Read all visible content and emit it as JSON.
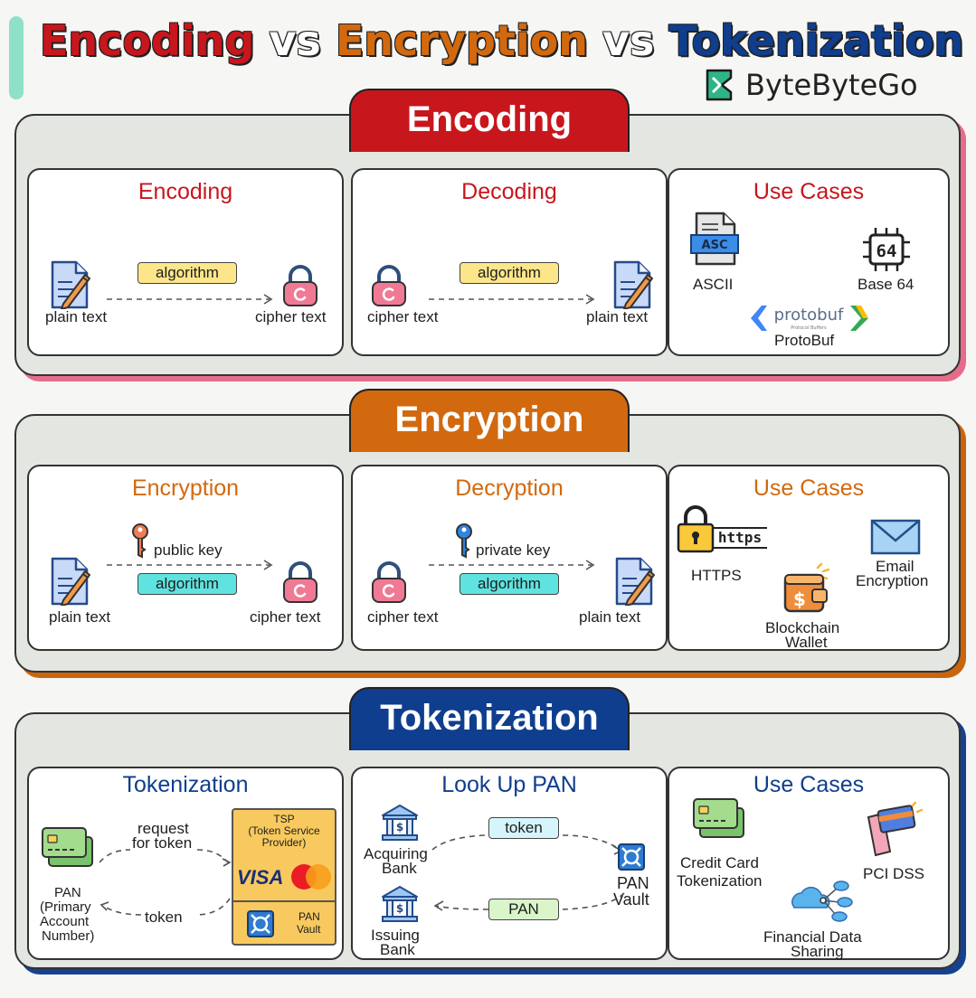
{
  "header": {
    "title_part1": "Encoding",
    "title_vs1": "vs",
    "title_part2": "Encryption",
    "title_vs2": "vs",
    "title_part3": "Tokenization",
    "brand": "ByteByteGo"
  },
  "colors": {
    "encoding": "#c8161d",
    "encryption": "#d2690f",
    "tokenization": "#0f3e8e",
    "pill_yellow": "#fde68a",
    "pill_cyan": "#5fe3e0",
    "pill_light_cyan": "#d6f4fb",
    "pill_light_green": "#d9f5c9"
  },
  "encoding": {
    "heading": "Encoding",
    "encode_panel": {
      "title": "Encoding",
      "from": "plain text",
      "to": "cipher text",
      "method": "algorithm"
    },
    "decode_panel": {
      "title": "Decoding",
      "from": "cipher text",
      "to": "plain text",
      "method": "algorithm"
    },
    "use_cases": {
      "title": "Use Cases",
      "ascii": "ASCII",
      "ascii_badge": "ASC",
      "base64": "Base 64",
      "base64_badge": "64",
      "protobuf": "ProtoBuf",
      "protobuf_logo": "protobuf",
      "protobuf_sub": "Protocol Buffers"
    }
  },
  "encryption": {
    "heading": "Encryption",
    "encrypt_panel": {
      "title": "Encryption",
      "from": "plain text",
      "to": "cipher text",
      "key": "public key",
      "method": "algorithm"
    },
    "decrypt_panel": {
      "title": "Decryption",
      "from": "cipher text",
      "to": "plain text",
      "key": "private key",
      "method": "algorithm"
    },
    "use_cases": {
      "title": "Use Cases",
      "https": "HTTPS",
      "https_badge": "https",
      "email_line1": "Email",
      "email_line2": "Encryption",
      "wallet_line1": "Blockchain",
      "wallet_line2": "Wallet"
    }
  },
  "tokenization": {
    "heading": "Tokenization",
    "token_panel": {
      "title": "Tokenization",
      "request_line1": "request",
      "request_line2": "for token",
      "tsp_line1": "TSP",
      "tsp_line2": "(Token Service",
      "tsp_line3": "Provider)",
      "visa": "VISA",
      "pan_line1": "PAN",
      "pan_line2": "(Primary",
      "pan_line3": "Account",
      "pan_line4": "Number)",
      "token": "token",
      "vault_line1": "PAN",
      "vault_line2": "Vault"
    },
    "lookup_panel": {
      "title": "Look Up PAN",
      "acq_line1": "Acquiring",
      "acq_line2": "Bank",
      "iss_line1": "Issuing",
      "iss_line2": "Bank",
      "token": "token",
      "pan": "PAN",
      "vault_line1": "PAN",
      "vault_line2": "Vault"
    },
    "use_cases": {
      "title": "Use Cases",
      "cc_line1": "Credit Card",
      "cc_line2": "Tokenization",
      "pci": "PCI DSS",
      "fin_line1": "Financial Data",
      "fin_line2": "Sharing"
    }
  }
}
